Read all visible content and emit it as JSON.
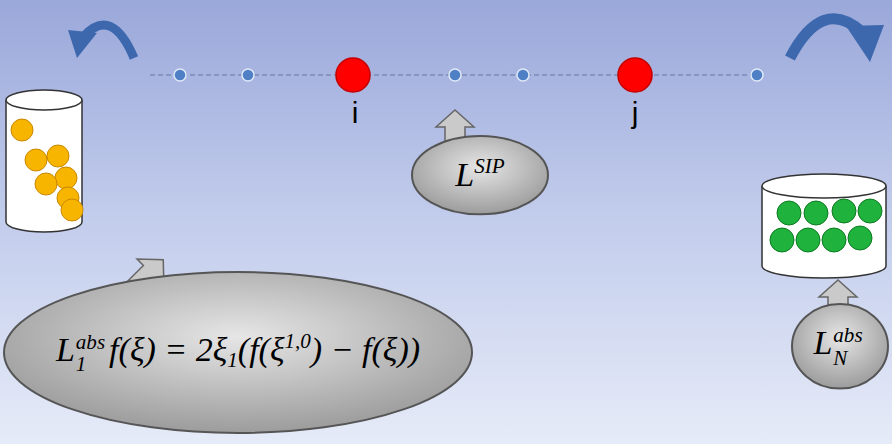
{
  "diagram": {
    "nodes": [
      {
        "text": [
          "L",
          "SIP"
        ]
      },
      {
        "text": [
          "L",
          "abs",
          "1",
          "f(ξ) = 2ξ",
          "1",
          "(f(ξ",
          "1,0",
          ") − f(ξ))"
        ]
      },
      {
        "text": [
          "L",
          "abs",
          "N"
        ]
      }
    ],
    "labels": [
      "i",
      "j"
    ]
  }
}
